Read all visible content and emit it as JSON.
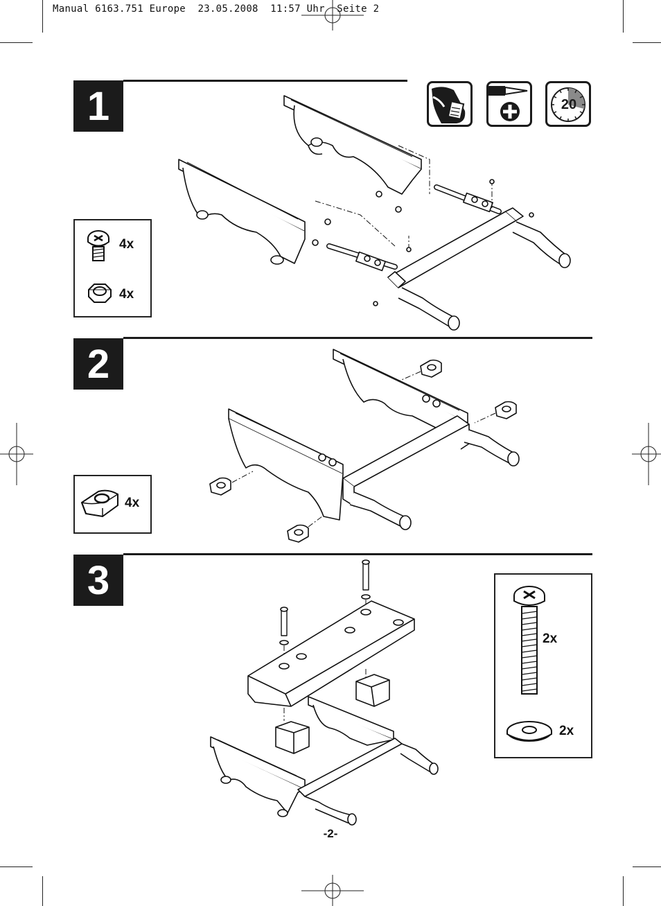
{
  "header": {
    "text": "Manual 6163.751 Europe  23.05.2008  11:57 Uhr  Seite 2"
  },
  "steps": [
    {
      "number": "1"
    },
    {
      "number": "2"
    },
    {
      "number": "3"
    }
  ],
  "tools": {
    "timer_value": "20"
  },
  "parts": {
    "step1": {
      "screw_qty": "4x",
      "nut_qty": "4x"
    },
    "step2": {
      "foot_qty": "4x"
    },
    "step3": {
      "bolt_qty": "2x",
      "washer_qty": "2x"
    }
  },
  "footer": {
    "page_number": "-2-"
  },
  "colors": {
    "ink": "#1b1b1b",
    "timer_grey": "#8a8a8a"
  }
}
